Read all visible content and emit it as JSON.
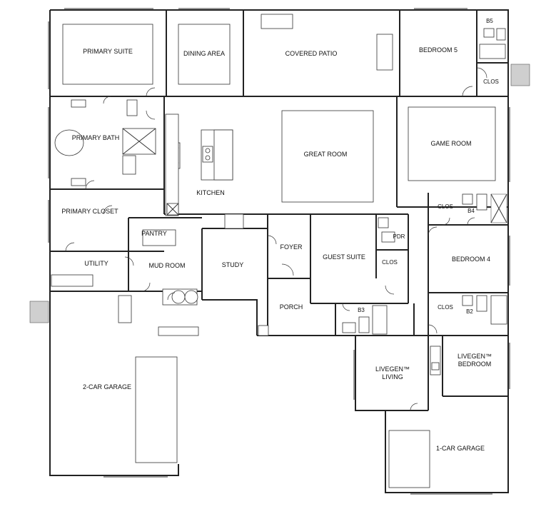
{
  "rooms": {
    "primary_suite": "PRIMARY SUITE",
    "dining_area": "DINING AREA",
    "covered_patio": "COVERED PATIO",
    "bedroom_5": "BEDROOM 5",
    "b5": "B5",
    "clos_b5": "CLOS",
    "primary_bath": "PRIMARY BATH",
    "great_room": "GREAT ROOM",
    "game_room": "GAME ROOM",
    "kitchen": "KITCHEN",
    "primary_closet": "PRIMARY CLOSET",
    "clos_b4": "CLOS",
    "b4": "B4",
    "pantry": "PANTRY",
    "foyer": "FOYER",
    "guest_suite": "GUEST SUITE",
    "pdr": "PDR",
    "bedroom_4": "BEDROOM 4",
    "utility": "UTILITY",
    "mud_room": "MUD ROOM",
    "study": "STUDY",
    "clos_guest": "CLOS",
    "porch": "PORCH",
    "b3": "B3",
    "clos_b2": "CLOS",
    "b2": "B2",
    "livegen_living_1": "LIVEGEN™",
    "livegen_living_2": "LIVING",
    "livegen_bedroom_1": "LIVEGEN™",
    "livegen_bedroom_2": "BEDROOM",
    "garage_2car": "2-CAR GARAGE",
    "garage_1car": "1-CAR GARAGE"
  }
}
